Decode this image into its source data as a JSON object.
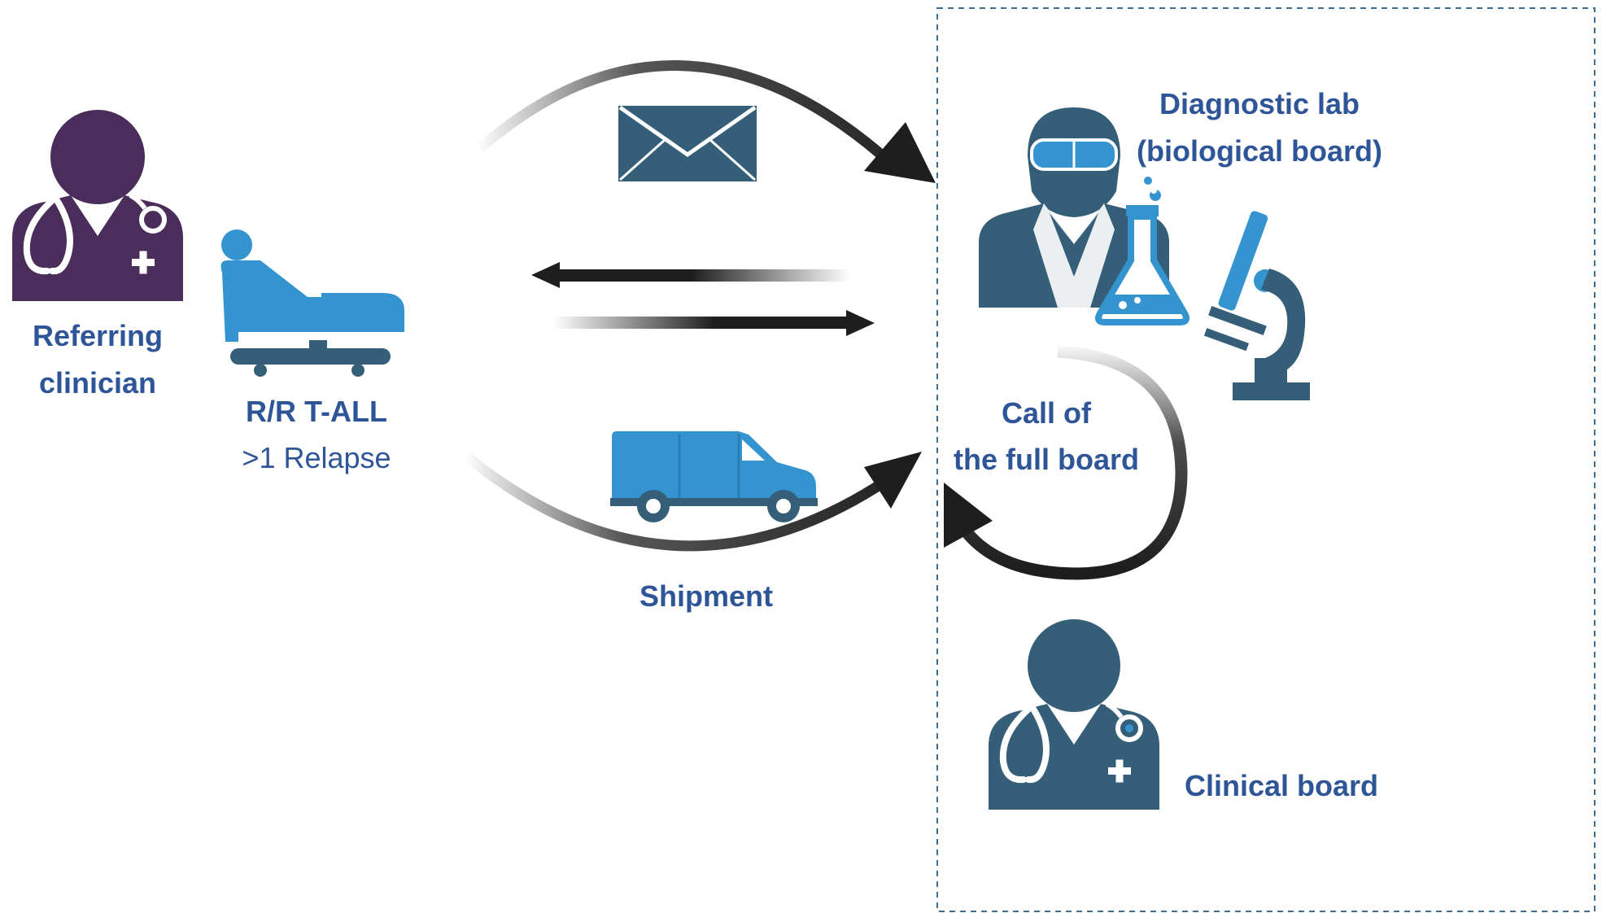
{
  "referrer": {
    "line1": "Referring",
    "line2": "clinician"
  },
  "patient": {
    "condition": "R/R T-ALL",
    "detail": ">1 Relapse"
  },
  "diagnostic_lab": {
    "line1": "Diagnostic lab",
    "line2": "(biological board)"
  },
  "board_call": {
    "line1": "Call of",
    "line2": "the full board"
  },
  "shipment": {
    "label": "Shipment"
  },
  "clinical_board": {
    "label": "Clinical board"
  },
  "icons": {
    "referrer": "doctor-icon",
    "patient": "hospital-bed-icon",
    "mail": "envelope-icon",
    "transport": "van-icon",
    "lab_scientist": "lab-scientist-icon",
    "flask": "flask-icon",
    "microscope": "microscope-icon",
    "clinician": "doctor-icon"
  },
  "colors": {
    "referrer_purple": "#4a2d5a",
    "patient_blue": "#3494d0",
    "board_teal": "#355f78",
    "label_blue": "#2e5597",
    "arrow_dark": "#1e1e1e",
    "box_border": "#3f6e92"
  }
}
